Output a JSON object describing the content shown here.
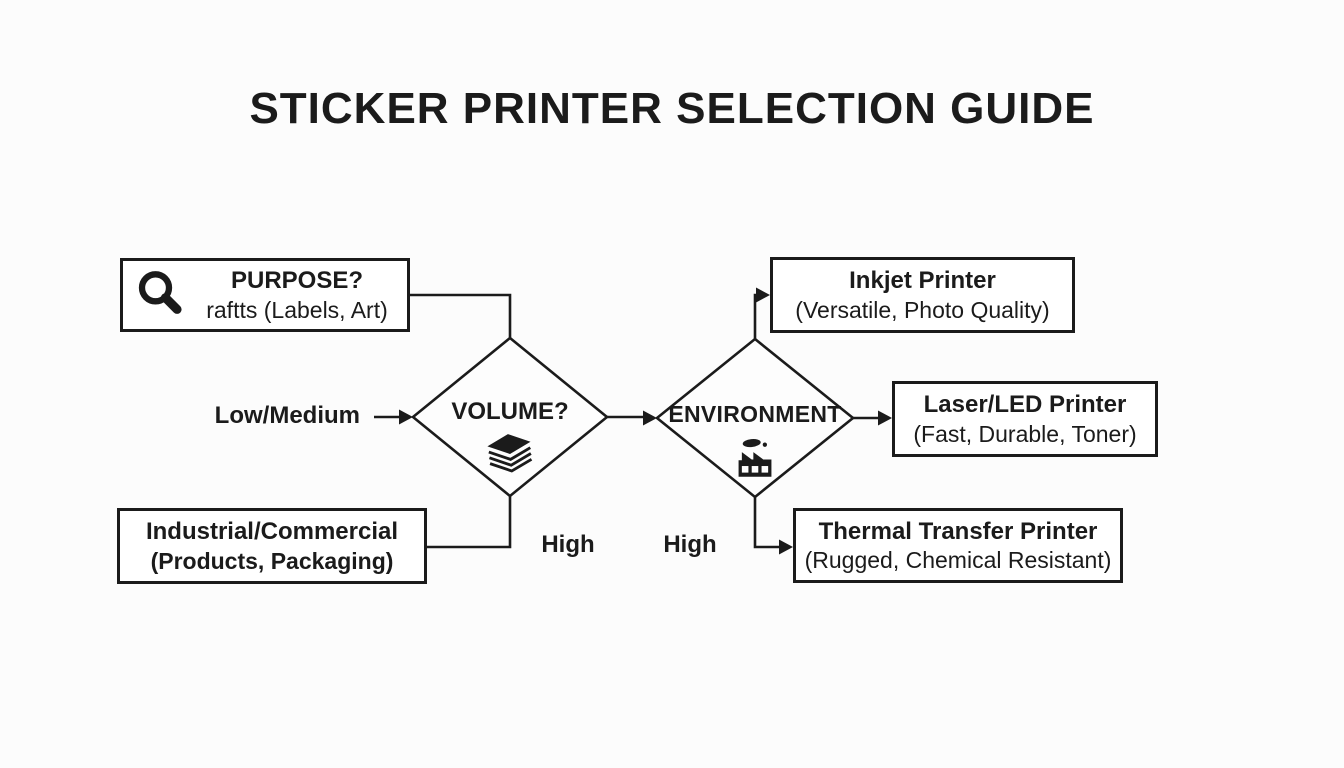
{
  "title": "STICKER PRINTER SELECTION GUIDE",
  "colors": {
    "ink": "#1b1b1b",
    "background": "#fcfcfc",
    "node_fill": "#ffffff"
  },
  "nodes": {
    "purpose": {
      "icon": "magnifier-icon",
      "line1": "PURPOSE?",
      "line2": "raftts (Labels, Art)"
    },
    "industrial": {
      "line1": "Industrial/Commercial",
      "line2": "(Products, Packaging)"
    },
    "inkjet": {
      "line1": "Inkjet Printer",
      "line2": "(Versatile, Photo Quality)"
    },
    "laser": {
      "line1": "Laser/LED Printer",
      "line2": "(Fast, Durable, Toner)"
    },
    "thermal": {
      "line1": "Thermal Transfer Printer",
      "line2": "(Rugged, Chemical Resistant)"
    }
  },
  "decisions": {
    "volume": {
      "label": "VOLUME?",
      "icon": "paper-stack-icon"
    },
    "environment": {
      "label": "ENVIRONMENT",
      "icon": "factory-icon"
    }
  },
  "edge_labels": {
    "low_medium": "Low/Medium",
    "high_volume": "High",
    "high_environment": "High"
  }
}
